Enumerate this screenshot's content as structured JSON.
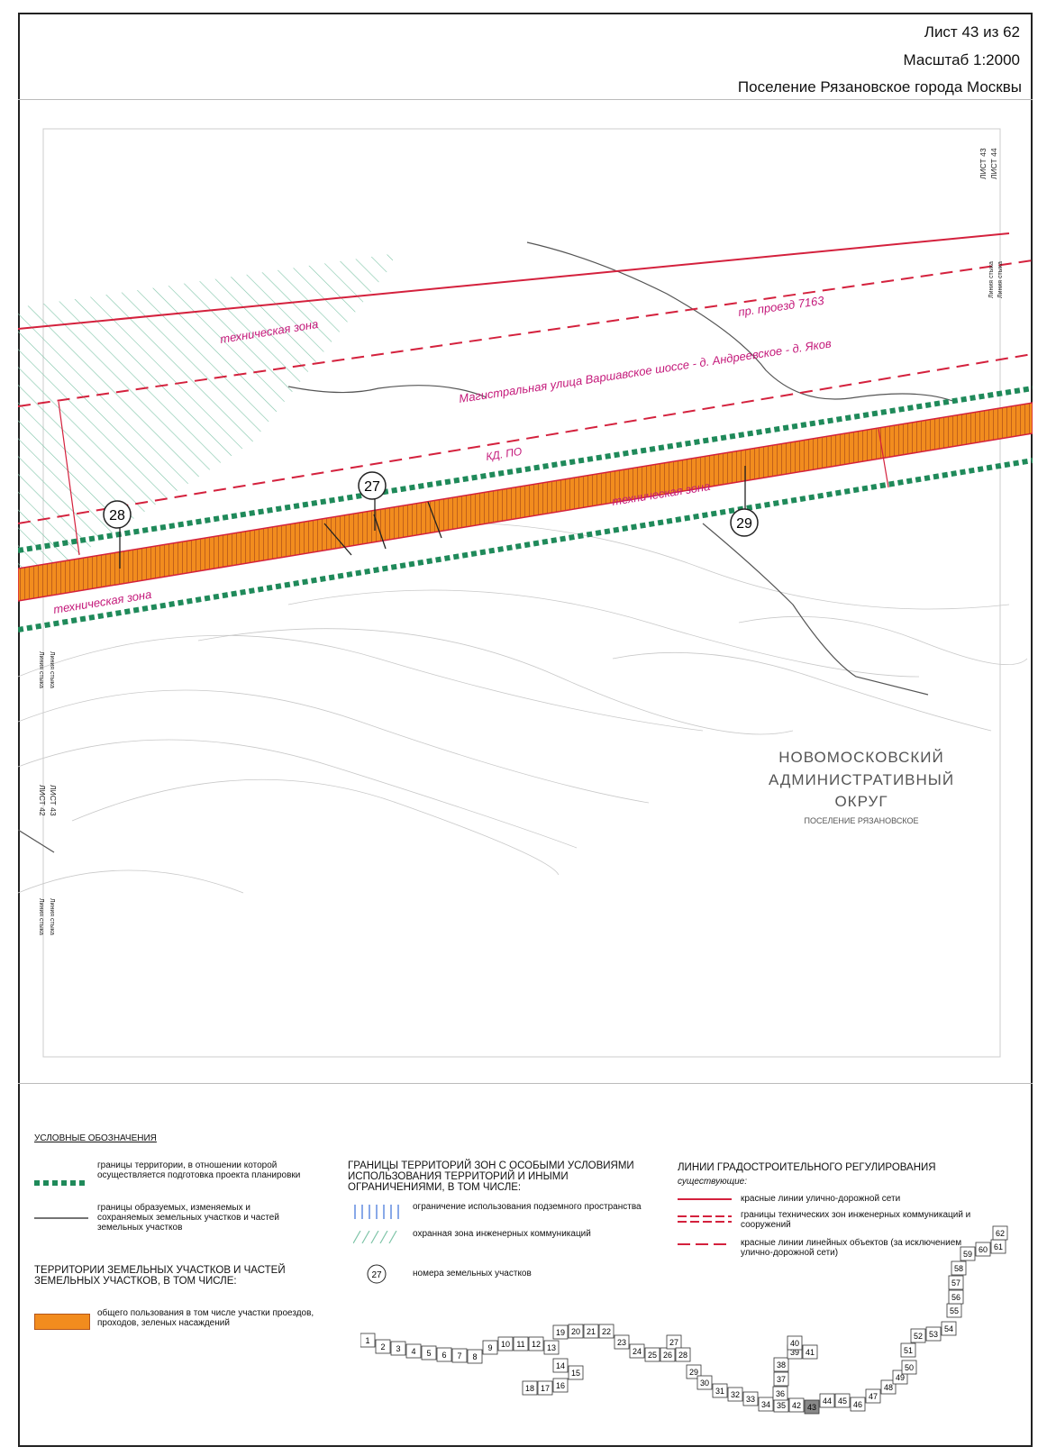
{
  "header": {
    "sheet": "Лист 43 из 62",
    "scale": "Масштаб 1:2000",
    "settlement": "Поселение Рязановское города Москвы"
  },
  "map": {
    "labels": {
      "tech_zone": "техническая зона",
      "proezd": "пр. проезд 7163",
      "main_street": "Магистральная улица Варшавское шоссе - д. Андреевское - д. Яков",
      "kd": "КД. ПО",
      "sheet_43_44": "ЛИСТ 43",
      "sheet_44": "ЛИСТ 44",
      "sheet_43_42": "ЛИСТ 43",
      "sheet_42": "ЛИСТ 42",
      "join_line": "Линия стыка",
      "district_1": "НОВОМОСКОВСКИЙ",
      "district_2": "АДМИНИСТРАТИВНЫЙ",
      "district_3": "ОКРУГ",
      "district_sub": "ПОСЕЛЕНИЕ РЯЗАНОВСКОЕ"
    },
    "parcels": [
      "28",
      "27",
      "29"
    ]
  },
  "legend": {
    "title": "УСЛОВНЫЕ ОБОЗНАЧЕНИЯ",
    "boundary_territory": "границы территории, в отношении которой осуществляется подготовка проекта планировки",
    "boundary_parcels": "границы образуемых, изменяемых и сохраняемых земельных участков и частей земельных участков",
    "territories_heading": "ТЕРРИТОРИИ ЗЕМЕЛЬНЫХ УЧАСТКОВ И ЧАСТЕЙ ЗЕМЕЛЬНЫХ УЧАСТКОВ, В ТОМ ЧИСЛЕ:",
    "public_use": "общего пользования в том числе участки проездов, проходов, зеленых насаждений",
    "zones_heading": "ГРАНИЦЫ ТЕРРИТОРИЙ ЗОН С ОСОБЫМИ УСЛОВИЯМИ ИСПОЛЬЗОВАНИЯ ТЕРРИТОРИЙ И ИНЫМИ ОГРАНИЧЕНИЯМИ, В ТОМ ЧИСЛЕ:",
    "underground": "ограничение использования подземного пространства",
    "protection_zone": "охранная зона инженерных коммуникаций",
    "parcel_num_symbol": "27",
    "parcel_numbers": "номера земельных участков",
    "lines_heading": "ЛИНИИ ГРАДОСТРОИТЕЛЬНОГО РЕГУЛИРОВАНИЯ",
    "existing": "существующие:",
    "red_lines_road": "красные линии улично-дорожной сети",
    "tech_zone_bounds": "границы технических зон инженерных коммуникаций и сооружений",
    "red_lines_linear": "красные линии линейных объектов (за исключением улично-дорожной сети)"
  },
  "keymap": {
    "sheets": [
      "1",
      "2",
      "3",
      "4",
      "5",
      "6",
      "7",
      "8",
      "9",
      "10",
      "11",
      "12",
      "13",
      "14",
      "15",
      "16",
      "17",
      "18",
      "19",
      "20",
      "21",
      "22",
      "23",
      "24",
      "25",
      "26",
      "27",
      "28",
      "29",
      "30",
      "31",
      "32",
      "33",
      "34",
      "35",
      "36",
      "37",
      "38",
      "39",
      "40",
      "41",
      "42",
      "43",
      "44",
      "45",
      "46",
      "47",
      "48",
      "49",
      "50",
      "51",
      "52",
      "53",
      "54",
      "55",
      "56",
      "57",
      "58",
      "59",
      "60",
      "61",
      "62"
    ]
  },
  "colors": {
    "red_line": "#d4213d",
    "green_boundary": "#1f8a5a",
    "parcel_fill": "#f28c1e",
    "hatch": "#7fc4a8"
  }
}
